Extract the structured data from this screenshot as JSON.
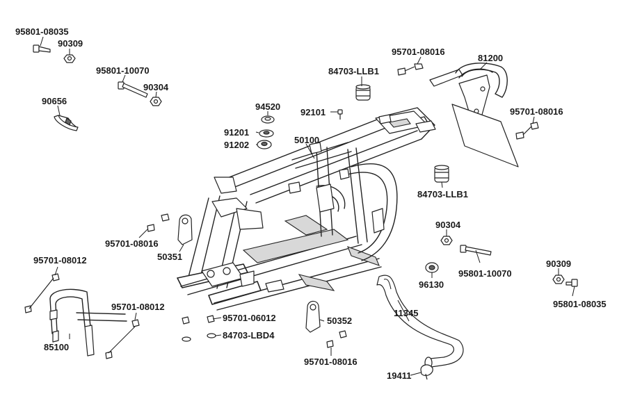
{
  "labels": {
    "p95801_08035_tl": "95801-08035",
    "p90309_tl": "90309",
    "p95801_10070_tl": "95801-10070",
    "p90304_tl": "90304",
    "p90656": "90656",
    "p94520": "94520",
    "p92101": "92101",
    "p91201": "91201",
    "p91202": "91202",
    "p50100": "50100",
    "p84703_llb1_top": "84703-LLB1",
    "p95701_08016_top": "95701-08016",
    "p81200": "81200",
    "p95701_08016_right": "95701-08016",
    "p84703_llb1_mid": "84703-LLB1",
    "p90304_mid": "90304",
    "p95801_10070_mid": "95801-10070",
    "p96130": "96130",
    "p90309_r": "90309",
    "p95801_08035_r": "95801-08035",
    "p95701_08016_left": "95701-08016",
    "p50351": "50351",
    "p95701_08012_a": "95701-08012",
    "p95701_08012_b": "95701-08012",
    "p85100": "85100",
    "p95701_06012": "95701-06012",
    "p84703_lbd4": "84703-LBD4",
    "p50352": "50352",
    "p95701_08016_bottom": "95701-08016",
    "p11345": "11345",
    "p19411": "19411"
  }
}
